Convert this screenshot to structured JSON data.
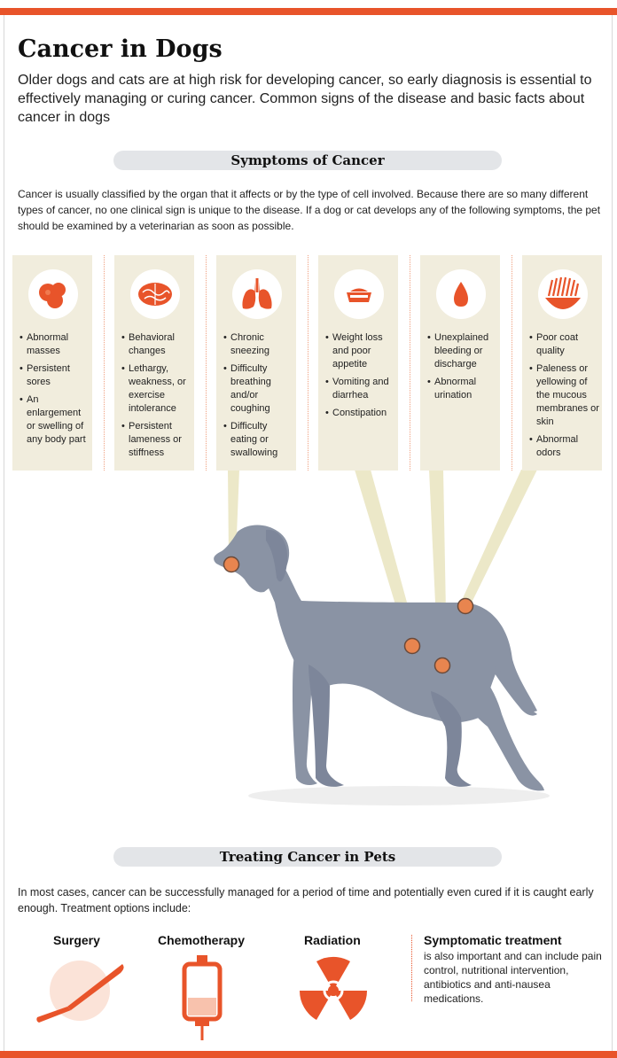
{
  "title": "Cancer in Dogs",
  "intro": "Older dogs and cats are at high risk for developing cancer, so early diagnosis is essential to effectively managing or curing cancer. Common signs of the disease and basic facts about cancer in dogs",
  "symptoms_section": {
    "heading": "Symptoms of Cancer",
    "paragraph": "Cancer is usually classified by the organ that it affects or by the type of cell involved. Because there are so many different types of cancer, no one clinical sign is unique to the disease. If a dog or cat develops any of the following symptoms, the pet should be examined by a veterinarian as soon as possible.",
    "cards": [
      {
        "icon": "cells-icon",
        "items": [
          "Abnormal masses",
          "Persistent sores",
          "An enlargement or swelling of any body part"
        ]
      },
      {
        "icon": "brain-icon",
        "items": [
          "Behavioral changes",
          "Lethargy, weakness, or exercise intolerance",
          "Persistent lameness or stiffness"
        ]
      },
      {
        "icon": "lungs-icon",
        "items": [
          "Chronic sneezing",
          "Difficulty breathing and/or coughing",
          "Difficulty eating or swallowing"
        ]
      },
      {
        "icon": "food-bowl-icon",
        "items": [
          "Weight loss and poor appetite",
          "Vomiting and diarrhea",
          "Constipation"
        ]
      },
      {
        "icon": "blood-drop-icon",
        "items": [
          "Unexplained bleeding or discharge",
          "Abnormal urination"
        ]
      },
      {
        "icon": "fur-coat-icon",
        "items": [
          "Poor coat quality",
          "Paleness or yellowing of the mucous membranes or skin",
          "Abnormal odors"
        ]
      }
    ]
  },
  "treatment_section": {
    "heading": "Treating Cancer in Pets",
    "paragraph": "In most cases, cancer can be successfully managed for a period of time and potentially even cured if it is caught early enough. Treatment options include:",
    "options": [
      {
        "label": "Surgery",
        "icon": "scalpel-icon"
      },
      {
        "label": "Chemotherapy",
        "icon": "iv-bag-icon"
      },
      {
        "label": "Radiation",
        "icon": "radiation-icon"
      }
    ],
    "symptomatic": {
      "title": "Symptomatic treatment",
      "body": "is also important and can include pain control, nutritional intervention, antibiotics and anti-nausea medications."
    }
  },
  "colors": {
    "accent": "#e8542a",
    "card_bg": "#f1eddd",
    "pill_bg": "#e3e5e8",
    "dog": "#8a93a4",
    "beam": "#ece8c8"
  }
}
